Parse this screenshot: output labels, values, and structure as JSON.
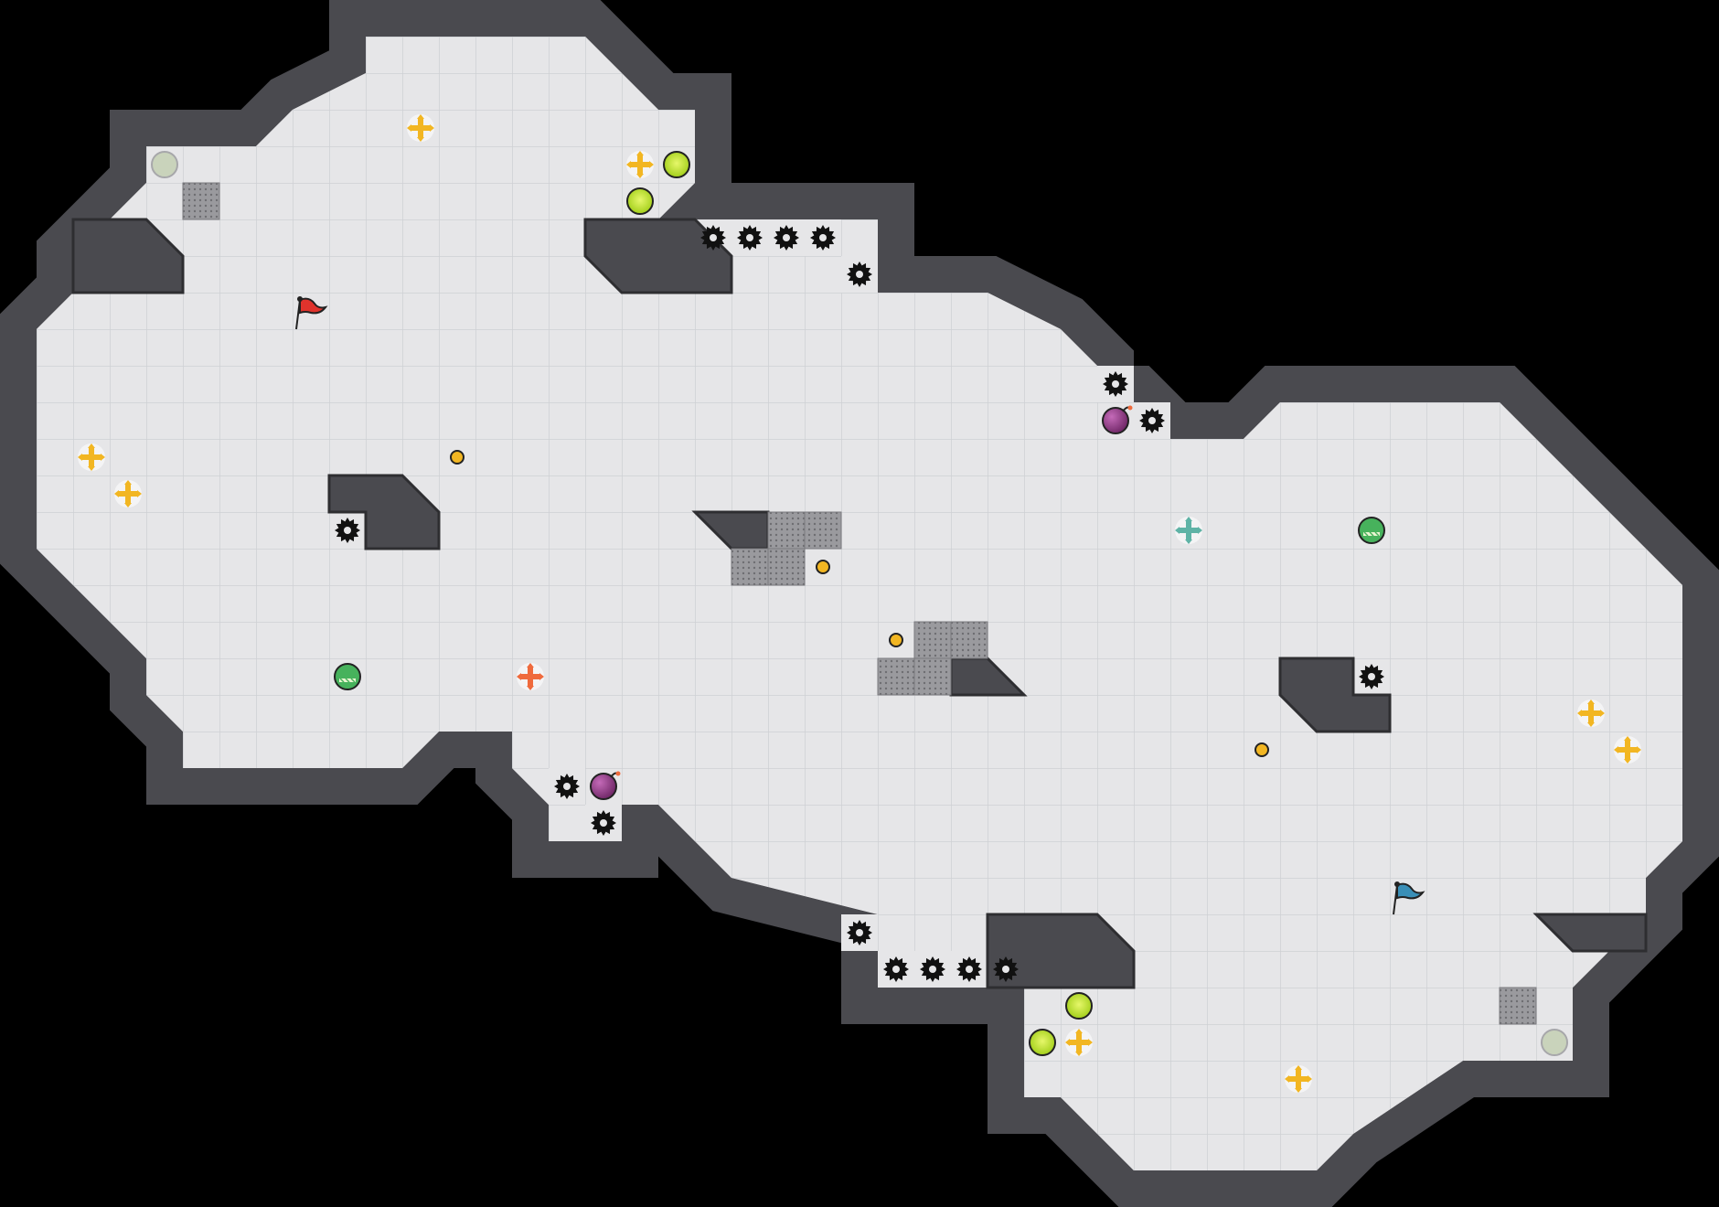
{
  "game": {
    "view": "arena-map",
    "colors": {
      "background": "#000000",
      "floor": "#e6e6e8",
      "grid": "#cfd0d4",
      "wall": "#4a4a4f",
      "wall_outline": "#2e2e31",
      "wall_bevel": "#bdbdc2",
      "grate": "#8a8a8e",
      "saw": "#111111",
      "bomb": "#9b3a8e",
      "slime": "#b5de1f",
      "speed_pad": "#47b25c",
      "team_red": "#e0332c",
      "team_blue": "#3a8fb7",
      "boost_yellow": "#f2b622",
      "boost_red": "#ef6a3c",
      "boost_teal": "#5fb3a6",
      "coin": "#f2b622",
      "spawn_marker": "#c9d3bb"
    },
    "legend": [
      {
        "type": "flag",
        "team": "red",
        "icon": "red-flag-icon"
      },
      {
        "type": "flag",
        "team": "blue",
        "icon": "blue-flag-icon"
      },
      {
        "type": "spike-saw",
        "icon": "spiked-saw-icon"
      },
      {
        "type": "bomb",
        "icon": "bomb-icon"
      },
      {
        "type": "slime-orb",
        "icon": "slime-orb-icon"
      },
      {
        "type": "speed-pad",
        "icon": "speed-pad-icon"
      },
      {
        "type": "boost-cross",
        "icon": "boost-cross-icon"
      },
      {
        "type": "coin",
        "icon": "coin-icon"
      },
      {
        "type": "spawn-marker",
        "icon": "spawn-marker-icon"
      },
      {
        "type": "grate",
        "icon": "grate-tile-icon"
      }
    ]
  }
}
